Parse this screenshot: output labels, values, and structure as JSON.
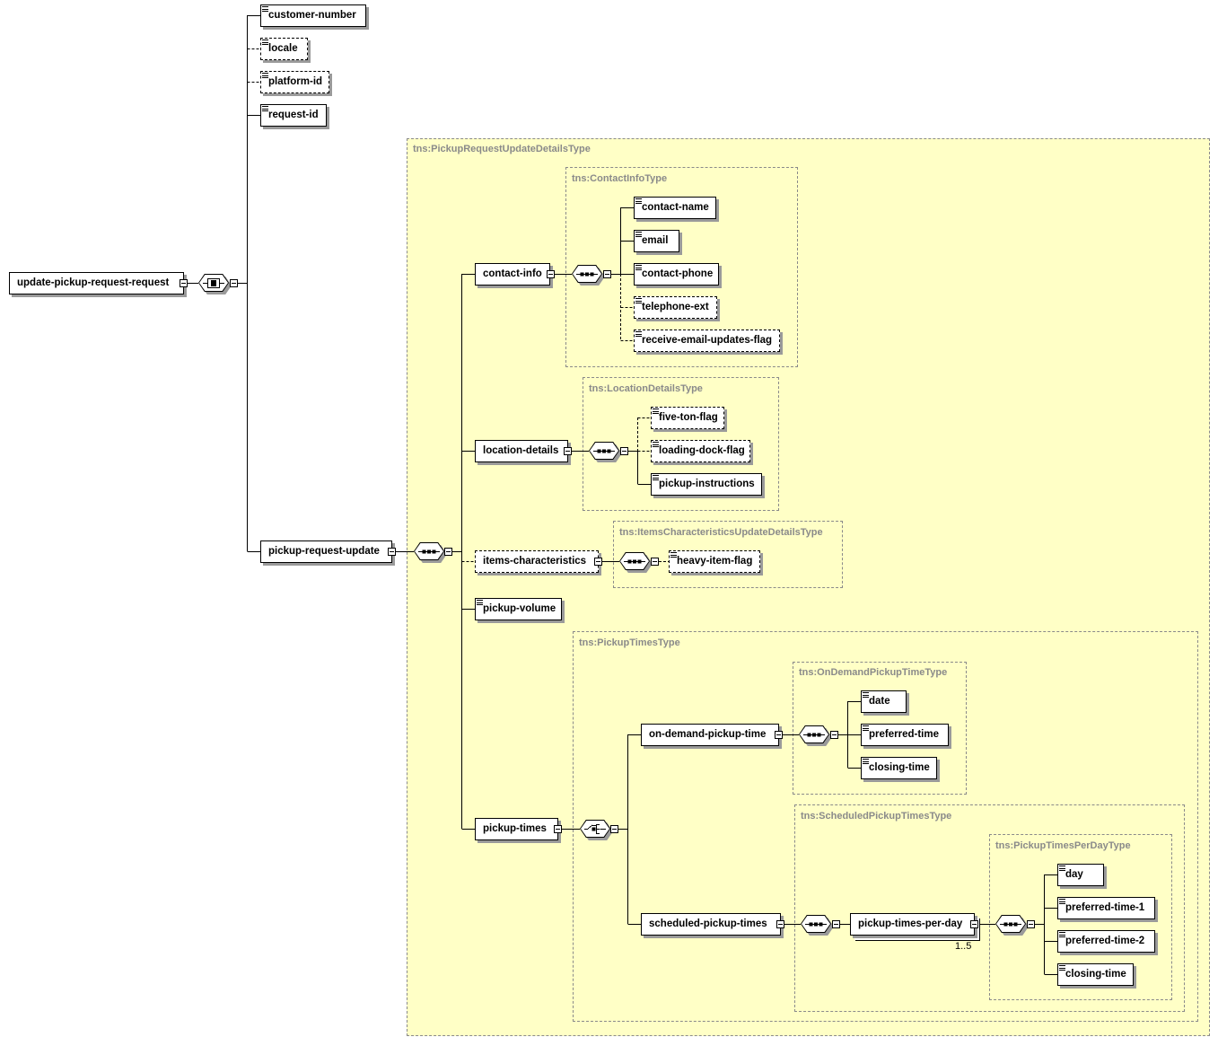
{
  "root": {
    "label": "update-pickup-request-request"
  },
  "top_elements": [
    {
      "label": "customer-number"
    },
    {
      "label": "locale"
    },
    {
      "label": "platform-id"
    },
    {
      "label": "request-id"
    },
    {
      "label": "pickup-request-update"
    }
  ],
  "types": {
    "pickup_request_update_details": "tns:PickupRequestUpdateDetailsType",
    "contact_info": "tns:ContactInfoType",
    "location_details": "tns:LocationDetailsType",
    "items_characteristics": "tns:ItemsCharacteristicsUpdateDetailsType",
    "pickup_times": "tns:PickupTimesType",
    "on_demand": "tns:OnDemandPickupTimeType",
    "scheduled": "tns:ScheduledPickupTimesType",
    "per_day": "tns:PickupTimesPerDayType"
  },
  "update_children": [
    {
      "label": "contact-info"
    },
    {
      "label": "location-details"
    },
    {
      "label": "items-characteristics"
    },
    {
      "label": "pickup-volume"
    },
    {
      "label": "pickup-times"
    }
  ],
  "contact_children": [
    {
      "label": "contact-name"
    },
    {
      "label": "email"
    },
    {
      "label": "contact-phone"
    },
    {
      "label": "telephone-ext"
    },
    {
      "label": "receive-email-updates-flag"
    }
  ],
  "location_children": [
    {
      "label": "five-ton-flag"
    },
    {
      "label": "loading-dock-flag"
    },
    {
      "label": "pickup-instructions"
    }
  ],
  "items_children": [
    {
      "label": "heavy-item-flag"
    }
  ],
  "pickup_times_children": [
    {
      "label": "on-demand-pickup-time"
    },
    {
      "label": "scheduled-pickup-times"
    }
  ],
  "on_demand_children": [
    {
      "label": "date"
    },
    {
      "label": "preferred-time"
    },
    {
      "label": "closing-time"
    }
  ],
  "scheduled_children": [
    {
      "label": "pickup-times-per-day",
      "occurrence": "1..5"
    }
  ],
  "per_day_children": [
    {
      "label": "day"
    },
    {
      "label": "preferred-time-1"
    },
    {
      "label": "preferred-time-2"
    },
    {
      "label": "closing-time"
    }
  ]
}
